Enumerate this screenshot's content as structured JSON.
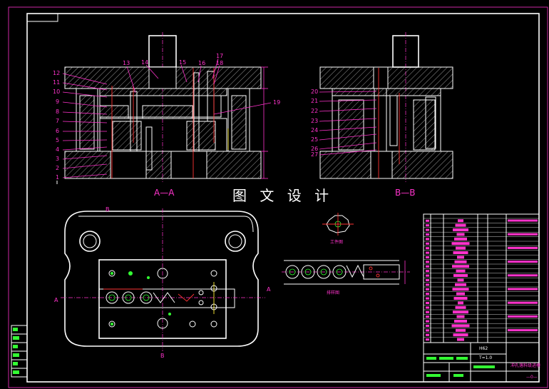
{
  "drawing": {
    "title": "图 文 设 计",
    "section_a": "A—A",
    "section_b": "B—B",
    "plan_marker_top": "B",
    "plan_marker_bottom": "B",
    "plan_marker_left": "A",
    "plan_marker_right": "A",
    "workpiece_label": "工件图",
    "strip_label": "排样图",
    "labels_a_left": [
      "12",
      "11",
      "10",
      "9",
      "8",
      "7",
      "6",
      "5",
      "4",
      "3",
      "2",
      "1"
    ],
    "labels_a_top": [
      "13",
      "14",
      "15",
      "16",
      "17",
      "18"
    ],
    "label_a_right": "19",
    "labels_b": [
      "20",
      "21",
      "22",
      "23",
      "24",
      "25",
      "26",
      "27"
    ]
  },
  "title_block": {
    "material": "H62",
    "thickness": "T=1.0",
    "drawing_name": "冲孔落料级进模",
    "sheet": "—0—"
  },
  "colors": {
    "background": "#000000",
    "outline": "#ffffff",
    "annotation": "#ff33cc",
    "holes": "#33ff33",
    "centerline": "#ff3333"
  }
}
